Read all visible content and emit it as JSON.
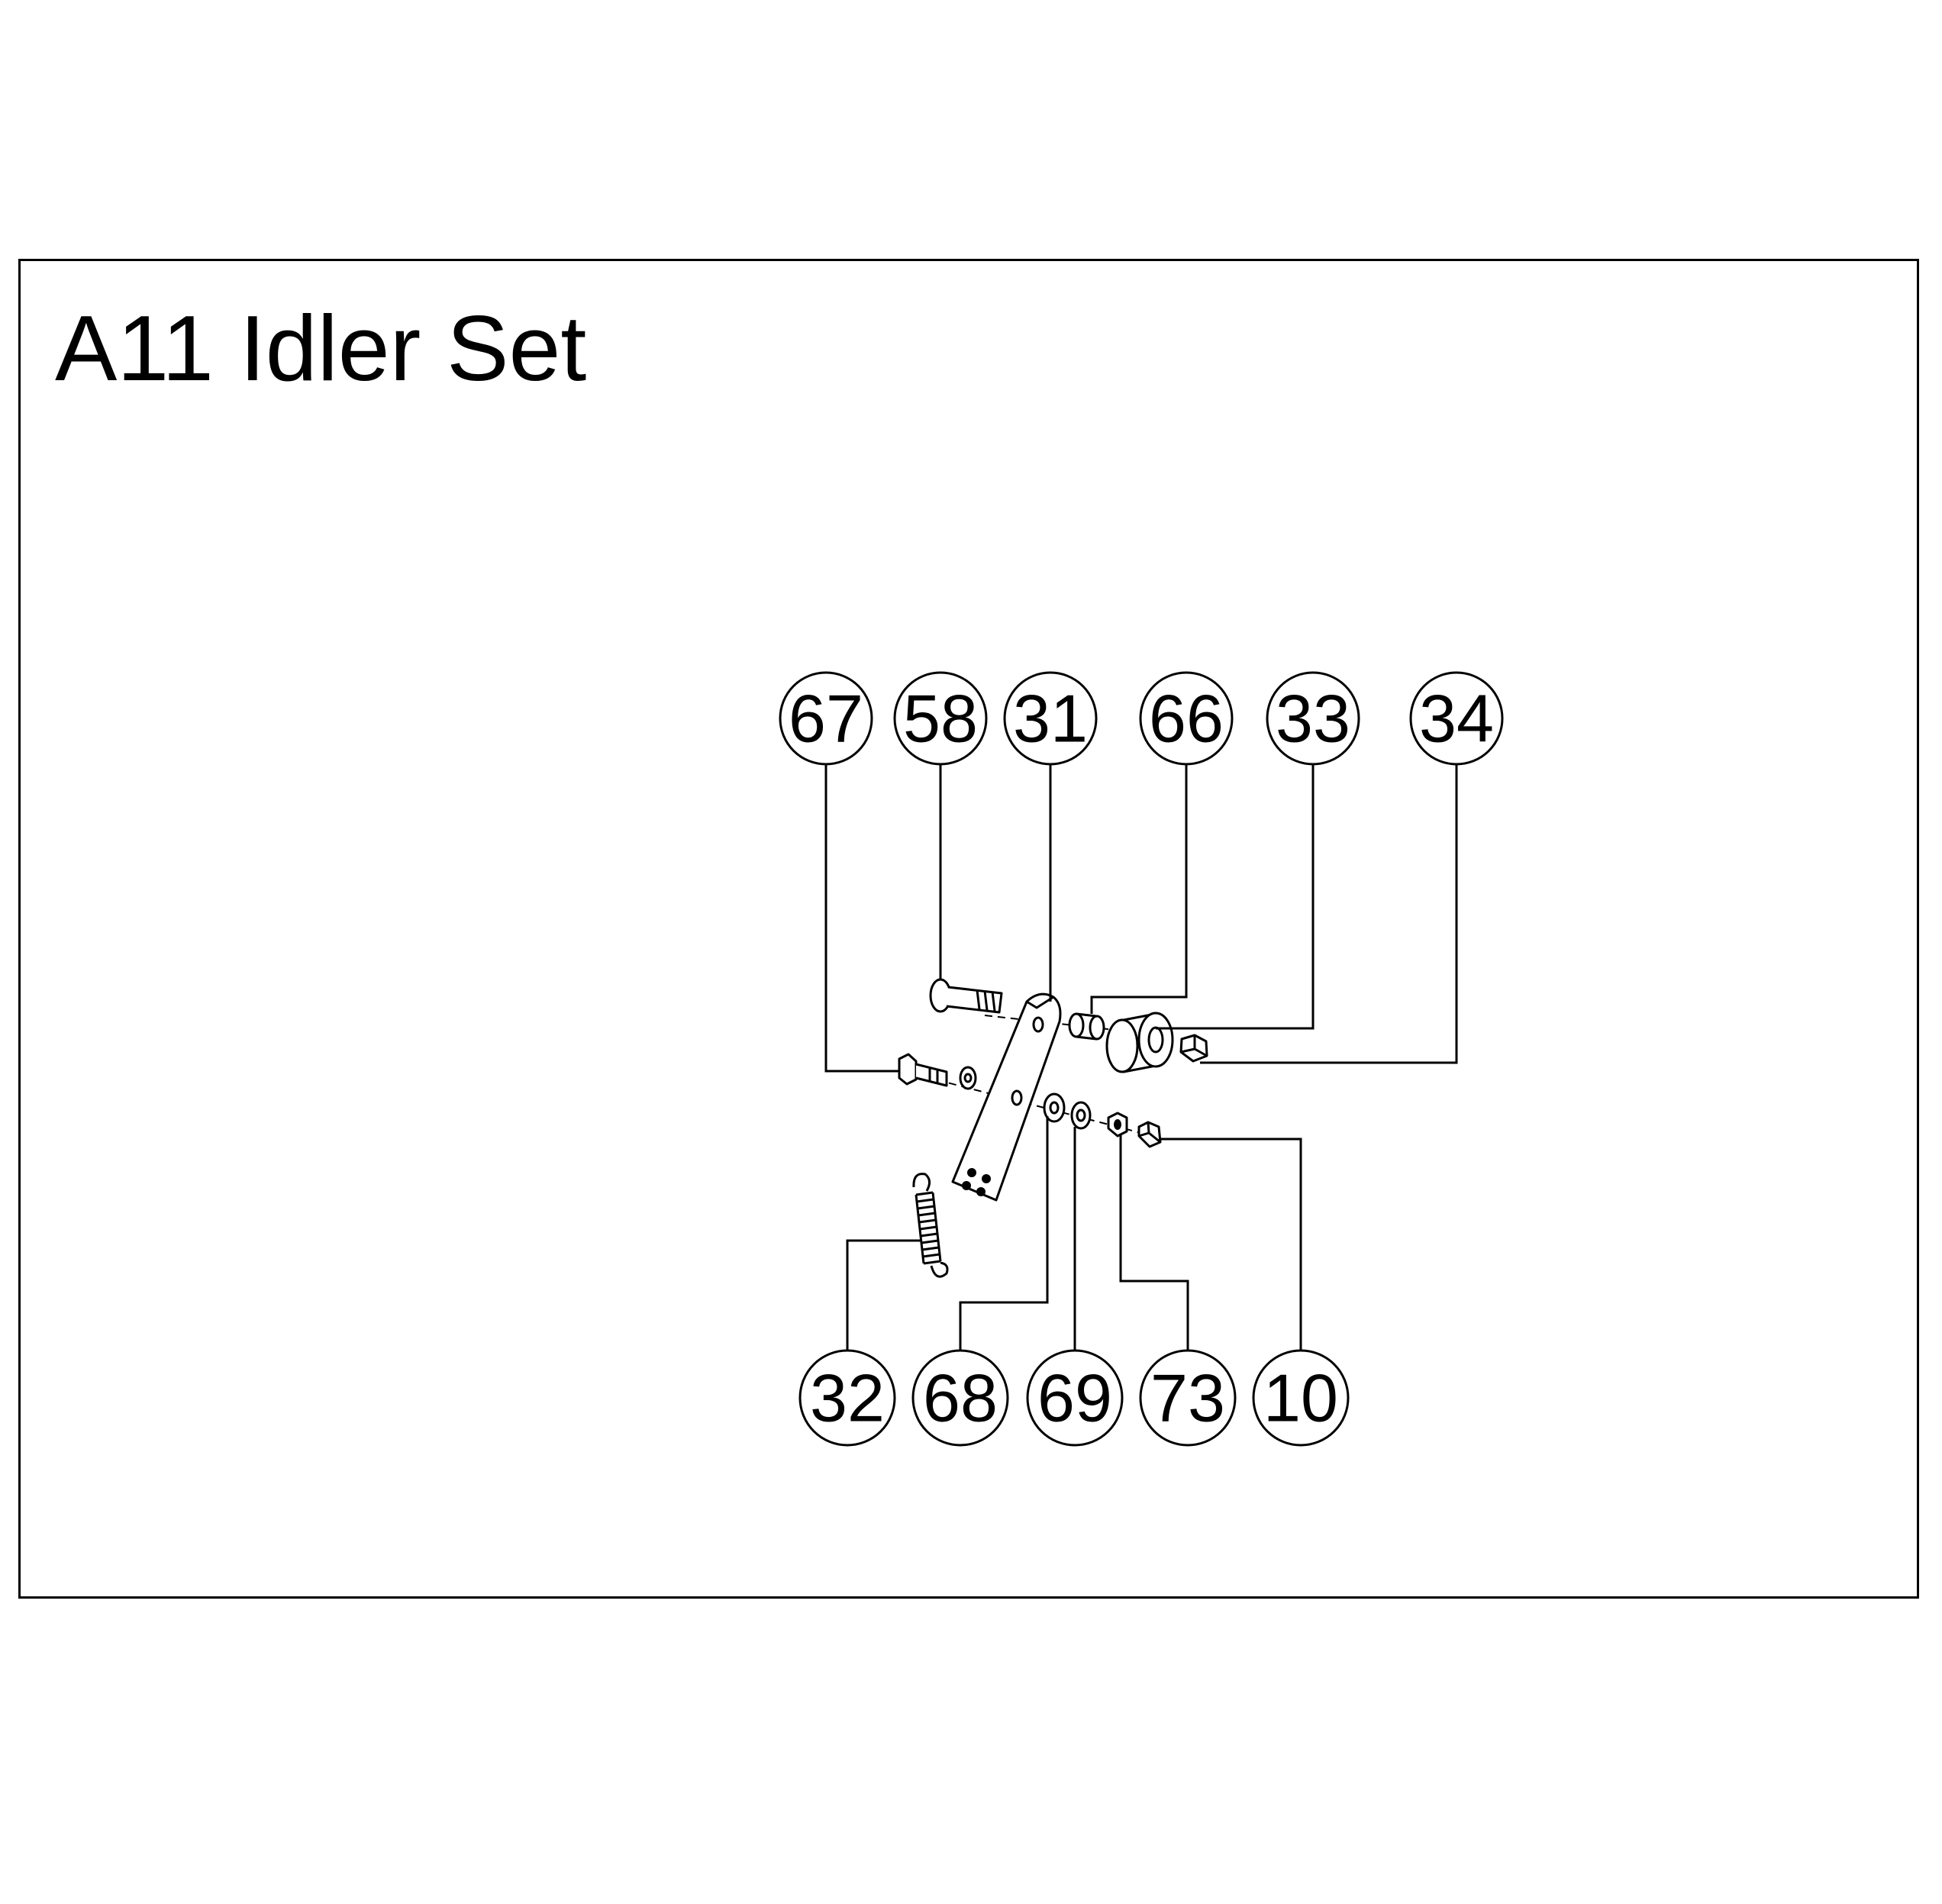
{
  "title": "A11 Idler Set",
  "callouts_top": [
    "67",
    "58",
    "31",
    "66",
    "33",
    "34"
  ],
  "callouts_bottom": [
    "32",
    "68",
    "69",
    "73",
    "10"
  ]
}
